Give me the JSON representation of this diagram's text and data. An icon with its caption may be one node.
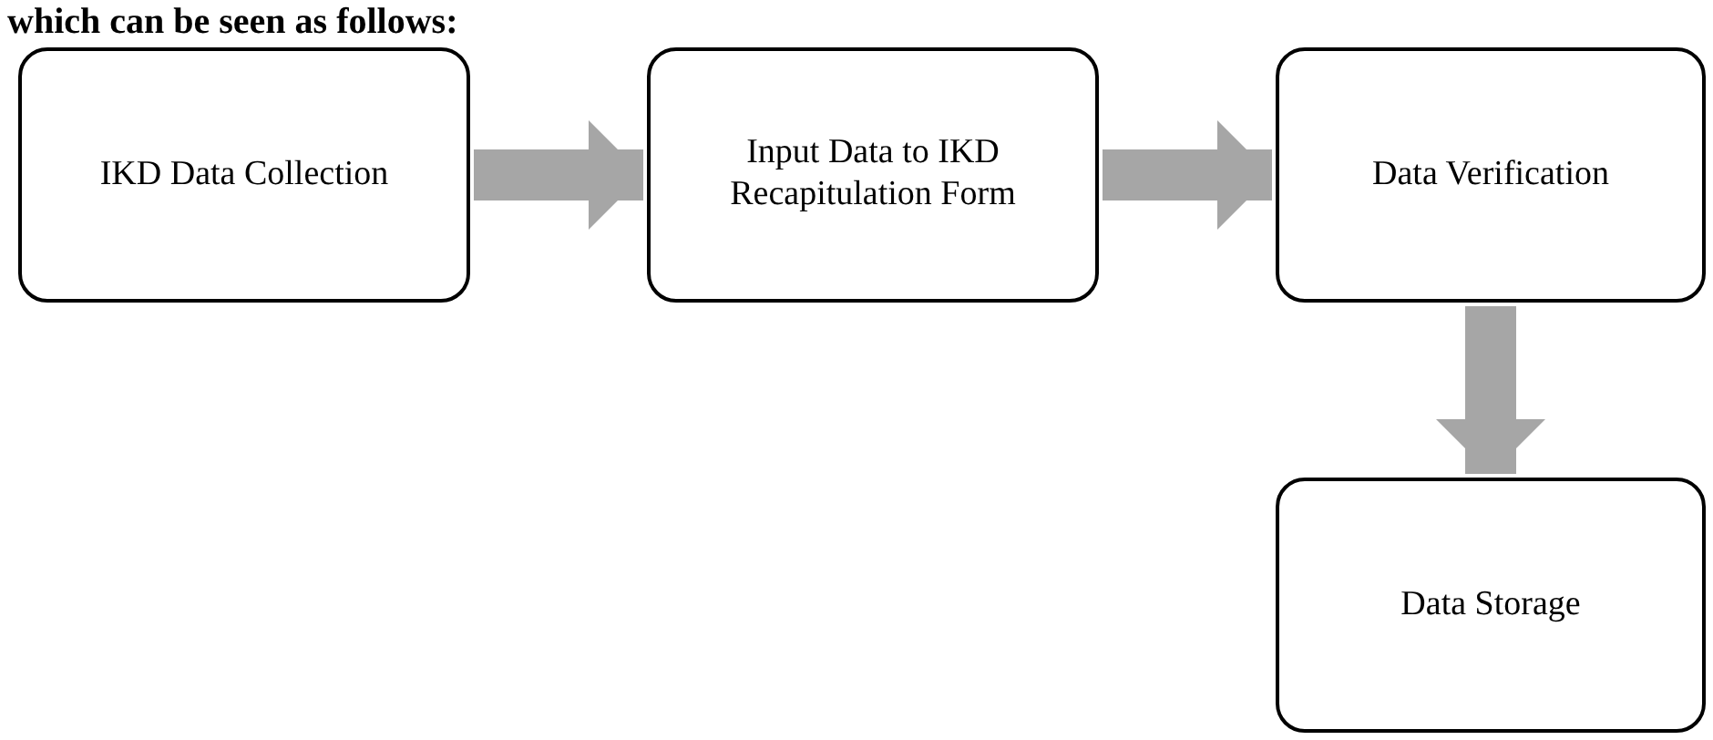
{
  "diagram": {
    "nodes": [
      {
        "text": [
          "IKD Data Collection"
        ]
      },
      {
        "text": [
          "Input Data to IKD Recapitulation Form"
        ]
      },
      {
        "text": [
          "Data Verification"
        ]
      },
      {
        "text": [
          "Data Storage"
        ]
      }
    ],
    "edges": [
      {
        "from": 0,
        "to": 1,
        "arrow": "to"
      },
      {
        "from": 1,
        "to": 2,
        "arrow": "to"
      },
      {
        "from": 2,
        "to": 3,
        "arrow": "to"
      }
    ],
    "labels": [
      "which can be seen as follows:"
    ]
  }
}
